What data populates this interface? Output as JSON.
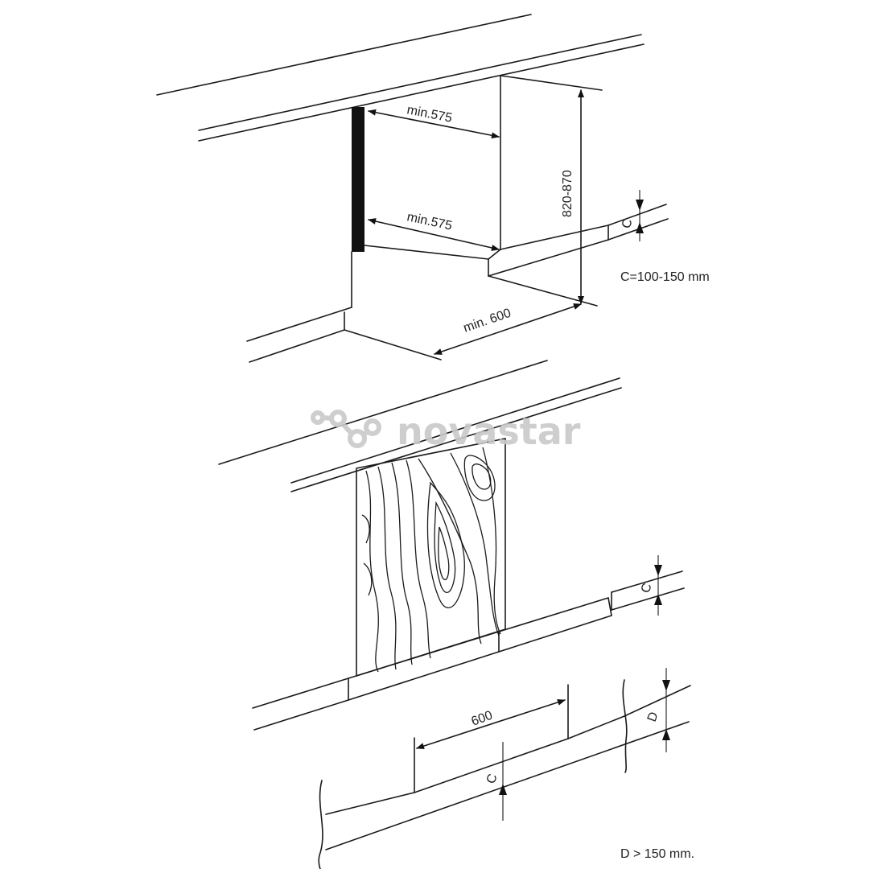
{
  "figure_1": {
    "dim_top": "min.575",
    "dim_mid": "min.575",
    "dim_height": "820-870",
    "dim_depth": "min. 600",
    "dim_plinth": "C",
    "note": "C=100-150 mm"
  },
  "figure_2": {
    "dim_plinth": "C"
  },
  "figure_3": {
    "dim_width": "600",
    "dim_plinth": "C",
    "dim_depth": "D",
    "note": "D > 150 mm."
  },
  "watermark": {
    "text": "novastar",
    "icon": "molecule-logo-icon",
    "color": "#c9c9c9"
  }
}
